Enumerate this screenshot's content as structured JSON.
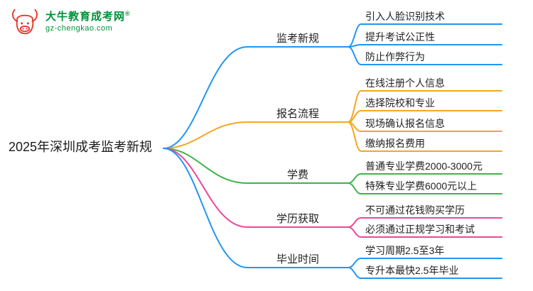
{
  "logo": {
    "title": "大牛教育成考网",
    "reg": "®",
    "subtitle": "gz-chengkao.com",
    "brand_green": "#00913A",
    "brand_red": "#E23A2E"
  },
  "root": {
    "label": "2025年深圳成考监考新规"
  },
  "branches": [
    {
      "label": "监考新规",
      "color": "#2196F3",
      "children": [
        "引入人脸识别技术",
        "提升考试公正性",
        "防止作弊行为"
      ]
    },
    {
      "label": "报名流程",
      "color": "#F5A623",
      "children": [
        "在线注册个人信息",
        "选择院校和专业",
        "现场确认报名信息",
        "缴纳报名费用"
      ]
    },
    {
      "label": "学费",
      "color": "#3BB54A",
      "children": [
        "普通专业学费2000-3000元",
        "特殊专业学费6000元以上"
      ]
    },
    {
      "label": "学历获取",
      "color": "#EC4899",
      "children": [
        "不可通过花钱购买学历",
        "必须通过正规学习和考试"
      ]
    },
    {
      "label": "毕业时间",
      "color": "#2196F3",
      "children": [
        "学习周期2.5至3年",
        "专升本最快2.5年毕业"
      ]
    }
  ]
}
